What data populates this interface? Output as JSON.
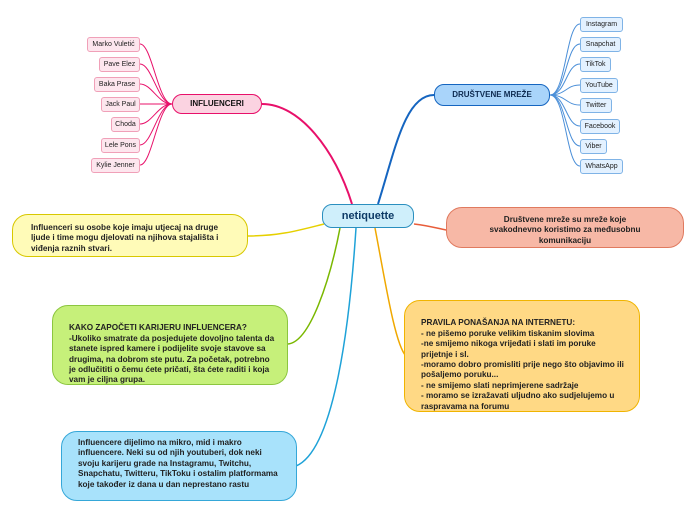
{
  "center": {
    "label": "netiquette"
  },
  "influenceri": {
    "label": "INFLUENCERI",
    "items": [
      "Marko Vuletić",
      "Pave Elez",
      "Baka Prase",
      "Jack Paul",
      "Choda",
      "Lele Pons",
      "Kylie Jenner"
    ]
  },
  "drustvene_mreze": {
    "label": "DRUŠTVENE MREŽE",
    "items": [
      "Instagram",
      "Snapchat",
      "TikTok",
      "YouTube",
      "Twitter",
      "Facebook",
      "Viber",
      "WhatsApp"
    ]
  },
  "notes": {
    "influencer_definition": "Influenceri su osobe koje imaju utjecaj na druge ljude i time mogu djelovati na njihova stajališta i viđenja raznih stvari.",
    "social_definition": "Društvene mreže su mreže koje svakodnevno koristimo za međusobnu komunikaciju",
    "career": "KAKO ZAPOČETI KARIJERU INFLUENCERA?\n-Ukoliko smatrate da posjedujete dovoljno talenta da stanete ispred kamere i podijelite svoje stavove sa drugima, na dobrom ste putu. Za početak, potrebno je odlučititi o čemu ćete pričati, šta ćete raditi i koja vam je ciljna grupa.",
    "rules": "PRAVILA PONAŠANJA NA INTERNETU:\n- ne pišemo poruke velikim tiskanim slovima\n-ne smijemo nikoga vrijeđati i slati im poruke prijetnje i sl.\n-moramo dobro promisliti prije nego što objavimo ili pošaljemo poruku...\n- ne smijemo slati neprimjerene sadržaje\n- moramo se izražavati uljudno ako sudjelujemo u raspravama na forumu",
    "influencer_types": "Influencere dijelimo na  mikro, mid i makro influencere. Neki su od njih youtuberi, dok neki svoju karijeru grade na Instagramu, Twitchu, Snapchatu, Twitteru, TikToku i ostalim platformama koje također iz dana u dan neprestano rastu"
  },
  "colors": {
    "pink_branch": "#e8106a",
    "blue_branch": "#1565c0",
    "center_fill": "#cfeffb",
    "yellow_box": "#fffbb8",
    "salmon_box": "#f7b8a6",
    "green_box": "#c6f07a",
    "orange_box": "#ffd985",
    "cyan_box": "#a8e2fb"
  }
}
